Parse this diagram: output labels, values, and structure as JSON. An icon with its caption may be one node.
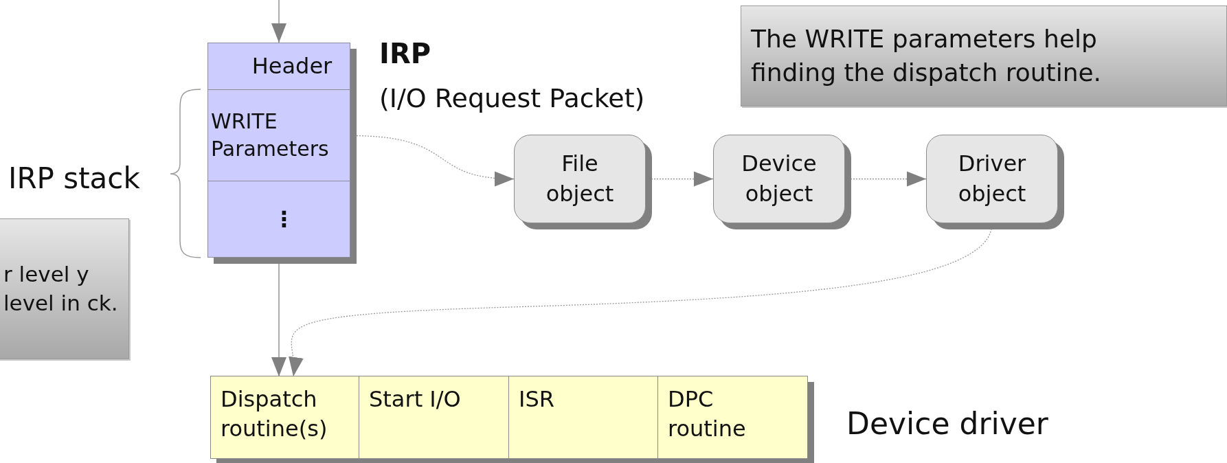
{
  "diagram": {
    "nodes": [
      {
        "text": [],
        "shape": "box",
        "beside": [
          "IRP",
          "(I/O Request Packet)"
        ]
      },
      {
        "text": [
          "Header"
        ],
        "in": 0
      },
      {
        "text": [
          "WRITE Parameters"
        ],
        "in": 0
      },
      {
        "text": [
          "⋮"
        ],
        "in": 0
      },
      {
        "text": [
          "File object"
        ]
      },
      {
        "text": [
          "Device object"
        ]
      },
      {
        "text": [
          "Driver object"
        ]
      },
      {
        "text": [
          "The WRITE parameters help finding the dispatch routine."
        ]
      },
      {
        "text": [
          "r level y level in ck."
        ]
      },
      {
        "text": [],
        "shape": "box",
        "beside": [
          "Device driver"
        ]
      },
      {
        "text": [
          "Dispatch routine(s)"
        ],
        "in": 9
      },
      {
        "text": [
          "Start I/O"
        ],
        "in": 9
      },
      {
        "text": [
          "ISR"
        ],
        "in": 9
      },
      {
        "text": [
          "DPC routine"
        ],
        "in": 9
      }
    ],
    "edges": [
      {
        "from": null,
        "to": 0,
        "arrow": "to"
      },
      {
        "from": 2,
        "to": 4,
        "arrow": "to",
        "style": "dashed"
      },
      {
        "from": 4,
        "to": 5,
        "arrow": "to",
        "style": "dashed"
      },
      {
        "from": 5,
        "to": 6,
        "arrow": "to",
        "style": "dashed"
      },
      {
        "from": 6,
        "to": 10,
        "arrow": "to",
        "style": "dashed"
      },
      {
        "from": 0,
        "to": 10,
        "arrow": "to"
      }
    ],
    "labels": [
      "IRP stack"
    ]
  }
}
